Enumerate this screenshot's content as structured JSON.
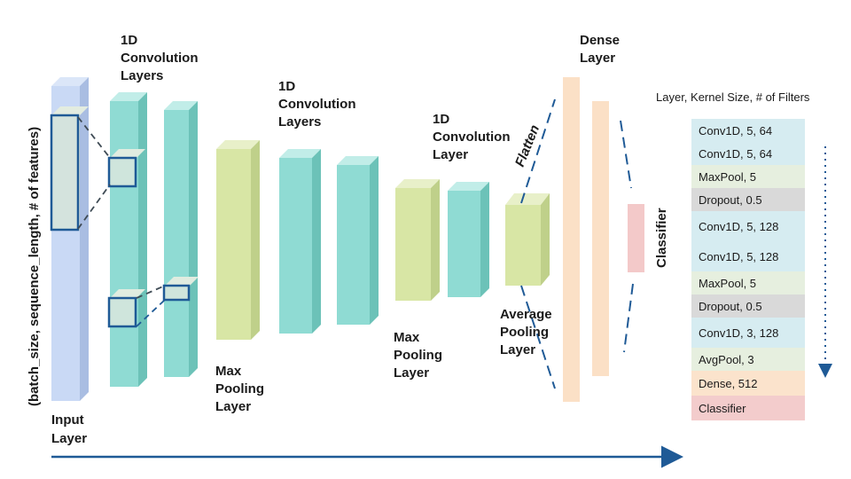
{
  "labels": {
    "input_layer": [
      "Input",
      "Layer"
    ],
    "input_shape": "(batch_size, sequence_length, # of features)",
    "conv_group_1": [
      "1D",
      "Convolution",
      "Layers"
    ],
    "conv_group_2": [
      "1D",
      "Convolution",
      "Layers"
    ],
    "conv_group_3": [
      "1D",
      "Convolution",
      "Layer"
    ],
    "max_pool_1": [
      "Max",
      "Pooling",
      "Layer"
    ],
    "max_pool_2": [
      "Max",
      "Pooling",
      "Layer"
    ],
    "avg_pool": [
      "Average",
      "Pooling",
      "Layer"
    ],
    "dense": [
      "Dense",
      "Layer"
    ],
    "flatten": "Flatten",
    "classifier": "Classifier"
  },
  "table": {
    "header": "Layer, Kernel Size, # of Filters",
    "rows": [
      {
        "text": "Conv1D, 5, 64",
        "color": "#d6ecf1"
      },
      {
        "text": "Conv1D, 5, 64",
        "color": "#d6ecf1"
      },
      {
        "text": "MaxPool, 5",
        "color": "#e6efdf"
      },
      {
        "text": "Dropout, 0.5",
        "color": "#d9d9d9"
      },
      {
        "text": "Conv1D, 5, 128",
        "color": "#d6ecf1"
      },
      {
        "text": "Conv1D, 5, 128",
        "color": "#d6ecf1"
      },
      {
        "text": "MaxPool, 5",
        "color": "#e6efdf"
      },
      {
        "text": "Dropout, 0.5",
        "color": "#d9d9d9"
      },
      {
        "text": "Conv1D, 3, 128",
        "color": "#d6ecf1"
      },
      {
        "text": "AvgPool, 3",
        "color": "#e6efdf"
      },
      {
        "text": "Dense, 512",
        "color": "#fbe3cc"
      },
      {
        "text": "Classifier",
        "color": "#f3cccc"
      }
    ]
  },
  "colors": {
    "input": "#c9d9f5",
    "conv": "#8fdbd3",
    "pool": "#d8e6a5",
    "dense": "#fbe0c6",
    "classifier": "#f3c9c9",
    "accent": "#1f5a96"
  }
}
